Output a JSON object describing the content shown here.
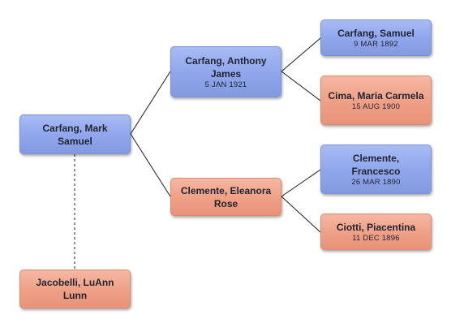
{
  "people": {
    "root": {
      "name": "Carfang, Mark Samuel",
      "date": "",
      "sex": "male"
    },
    "spouse": {
      "name": "Jacobelli, LuAnn Lunn",
      "date": "",
      "sex": "female"
    },
    "father": {
      "name": "Carfang, Anthony James",
      "date": "5 JAN 1921",
      "sex": "male"
    },
    "mother": {
      "name": "Clemente, Eleanora Rose",
      "date": "",
      "sex": "female"
    },
    "paternal_grandfather": {
      "name": "Carfang, Samuel",
      "date": "9 MAR 1892",
      "sex": "male"
    },
    "paternal_grandmother": {
      "name": "Cima, Maria Carmela",
      "date": "15 AUG 1900",
      "sex": "female"
    },
    "maternal_grandfather": {
      "name": "Clemente, Francesco",
      "date": "26 MAR 1890",
      "sex": "male"
    },
    "maternal_grandmother": {
      "name": "Ciotti, Piacentina",
      "date": "11 DEC 1896",
      "sex": "female"
    }
  },
  "colors": {
    "male": "#8fa5ec",
    "female": "#ef9f86",
    "connector": "#1a1a1a"
  }
}
